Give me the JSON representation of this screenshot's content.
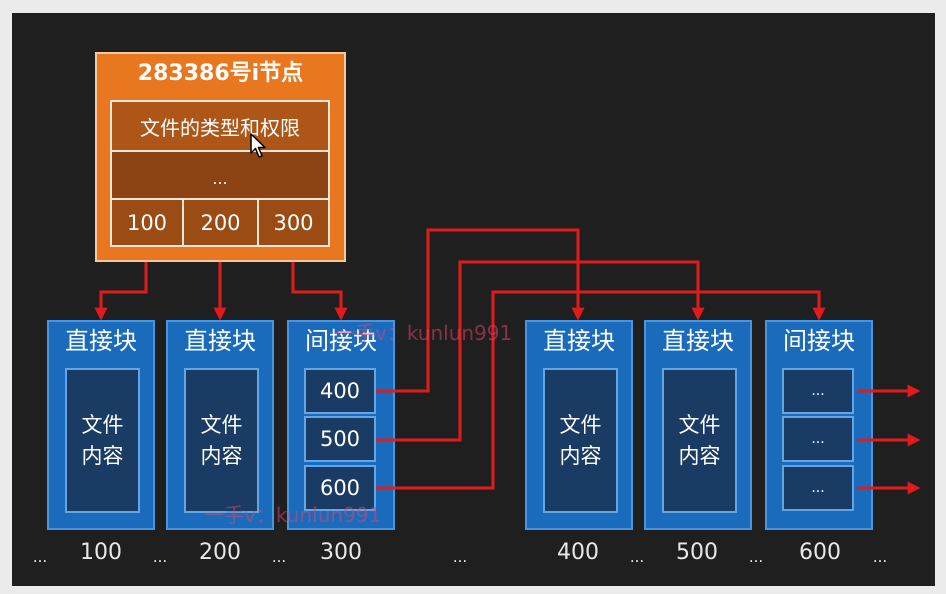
{
  "inode": {
    "title": "283386号i节点",
    "type_permissions": "文件的类型和权限",
    "middle": "...",
    "pointers": [
      "100",
      "200",
      "300"
    ]
  },
  "blocks": [
    {
      "title": "直接块",
      "content": [
        "文件",
        "内容"
      ]
    },
    {
      "title": "直接块",
      "content": [
        "文件",
        "内容"
      ]
    },
    {
      "title": "间接块",
      "pointers": [
        "400",
        "500",
        "600"
      ]
    },
    {
      "title": "直接块",
      "content": [
        "文件",
        "内容"
      ]
    },
    {
      "title": "直接块",
      "content": [
        "文件",
        "内容"
      ]
    },
    {
      "title": "间接块",
      "pointers": [
        "...",
        "...",
        "..."
      ]
    }
  ],
  "block_numbers": [
    "100",
    "200",
    "300",
    "400",
    "500",
    "600"
  ],
  "gap_ellipses": [
    "...",
    "...",
    "...",
    "...",
    "...",
    "...",
    "..."
  ],
  "watermarks": [
    "一手v：kunlun991",
    "一手v：kunlun991"
  ],
  "icons": {
    "cursor": "mouse-cursor-icon"
  },
  "colors": {
    "background": "#1f1f1f",
    "inode_fill": "#e8771f",
    "inode_border": "#f3c9a0",
    "inode_row_top": "#ad5618",
    "inode_row_middle": "#8c4414",
    "inode_row_bottom": "#9b4c15",
    "table_line": "#f6e7da",
    "block_fill": "#1b6bbd",
    "block_border": "#4795de",
    "block_inner": "#1a3b64",
    "block_inner_border": "#62a6e6",
    "arrow": "#e11b1b",
    "label": "#e8e8e8",
    "watermark": "#d9456a"
  }
}
